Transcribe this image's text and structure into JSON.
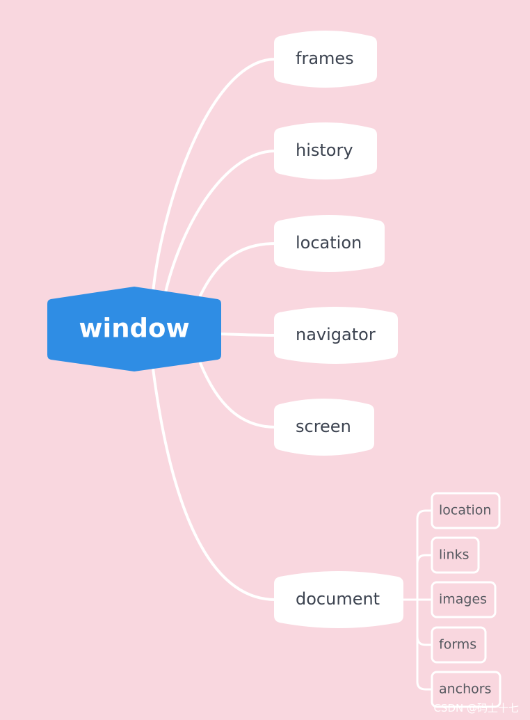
{
  "colors": {
    "background": "#f9d7df",
    "root_fill": "#2f8de4",
    "node_fill": "#ffffff",
    "connector": "#ffffff",
    "text_dark": "#3c4350"
  },
  "root": {
    "label": "window"
  },
  "branches": [
    {
      "label": "frames"
    },
    {
      "label": "history"
    },
    {
      "label": "location"
    },
    {
      "label": "navigator"
    },
    {
      "label": "screen"
    },
    {
      "label": "document"
    }
  ],
  "document_children": [
    {
      "label": "location"
    },
    {
      "label": "links"
    },
    {
      "label": "images"
    },
    {
      "label": "forms"
    },
    {
      "label": "anchors"
    }
  ],
  "watermark": "CSDN @码上十七"
}
